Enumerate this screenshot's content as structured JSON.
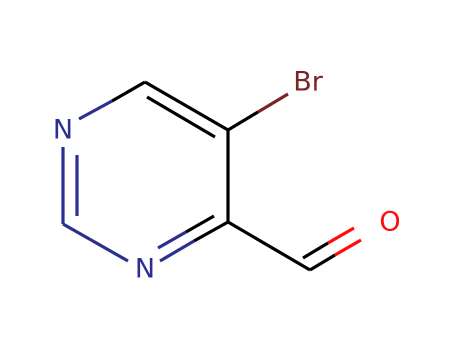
{
  "molecule": {
    "atoms": {
      "n1": {
        "symbol": "N",
        "color": "#2b2f8f"
      },
      "n3": {
        "symbol": "N",
        "color": "#2b2f8f"
      },
      "br": {
        "symbol": "Br",
        "color": "#7a2424"
      },
      "o": {
        "symbol": "O",
        "color": "#ff0d0d"
      }
    },
    "colors": {
      "carbon": "#000000",
      "nitrogen": "#2b2f8f",
      "bromine": "#7a2424",
      "oxygen": "#ff0d0d",
      "background": "#ffffff"
    }
  }
}
